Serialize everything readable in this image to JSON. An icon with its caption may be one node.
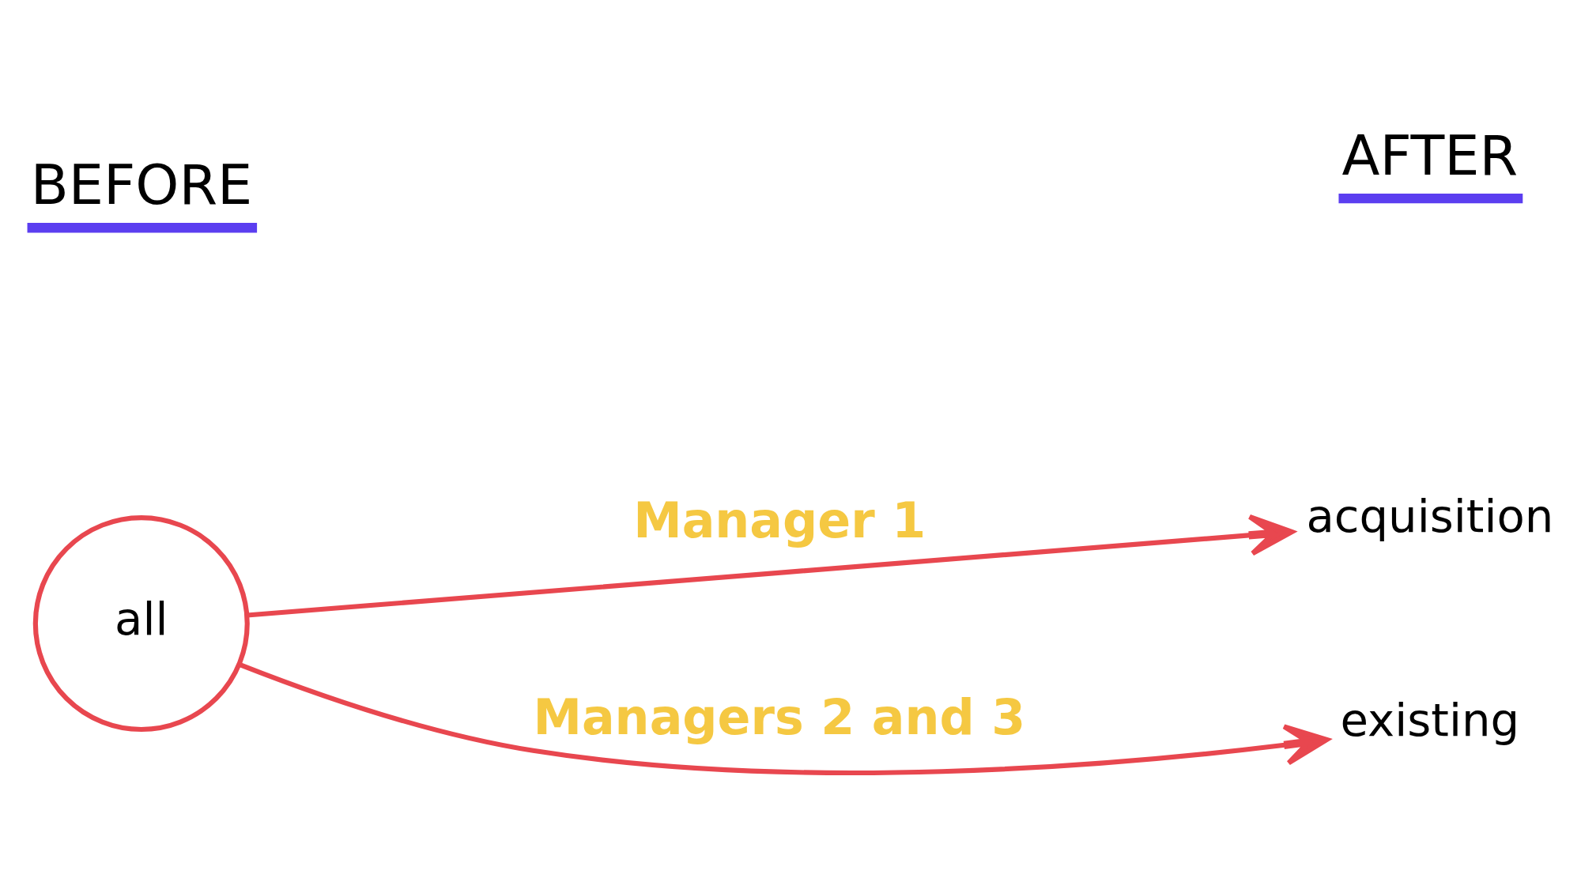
{
  "diagram": {
    "nodes": [
      {
        "text": [
          "all"
        ]
      },
      {
        "text": [
          "acquisition"
        ]
      },
      {
        "text": [
          "existing"
        ]
      }
    ],
    "edges": [
      {
        "from": 0,
        "to": 1,
        "arrow": "to",
        "label": "Manager 1"
      },
      {
        "from": 0,
        "to": 2,
        "arrow": "to",
        "label": "Managers 2 and 3"
      }
    ],
    "labels": [
      "BEFORE",
      "AFTER"
    ]
  }
}
